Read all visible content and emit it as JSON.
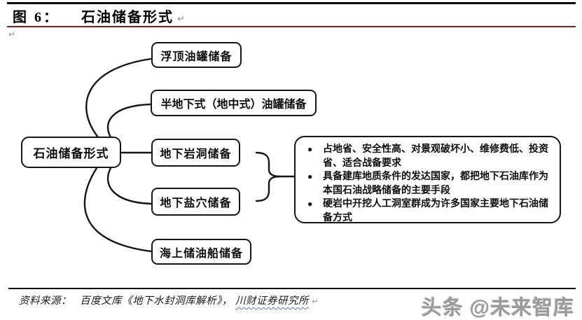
{
  "header": {
    "figure_label": "图 6：",
    "figure_title": "石油储备形式",
    "paragraph_mark": "↵"
  },
  "diagram": {
    "root": "石油储备形式",
    "children": [
      "浮顶油罐储备",
      "半地下式（地中式）油罐储备",
      "地下岩洞储备",
      "地下盐穴储备",
      "海上储油船储备"
    ],
    "notes": [
      "占地省、安全性高、对景观破坏小、维修费低、投资省、适合战备要求",
      "具备建库地质条件的发达国家，都把地下石油库作为本国石油战略储备的主要手段",
      "硬岩中开挖人工洞室群成为许多国家主要地下石油储备方式"
    ]
  },
  "footer": {
    "source_prefix": "资料来源：",
    "source_body": "百度文库《地下水封洞库解析》，",
    "source_institution": "川财证券研究所",
    "paragraph_mark": "↵",
    "watermark": "头条 @未来智库"
  },
  "colors": {
    "rule_red": "#8d1b1b",
    "wavy_underline": "#4a7ad0",
    "watermark_gray": "#9a9a9a"
  }
}
